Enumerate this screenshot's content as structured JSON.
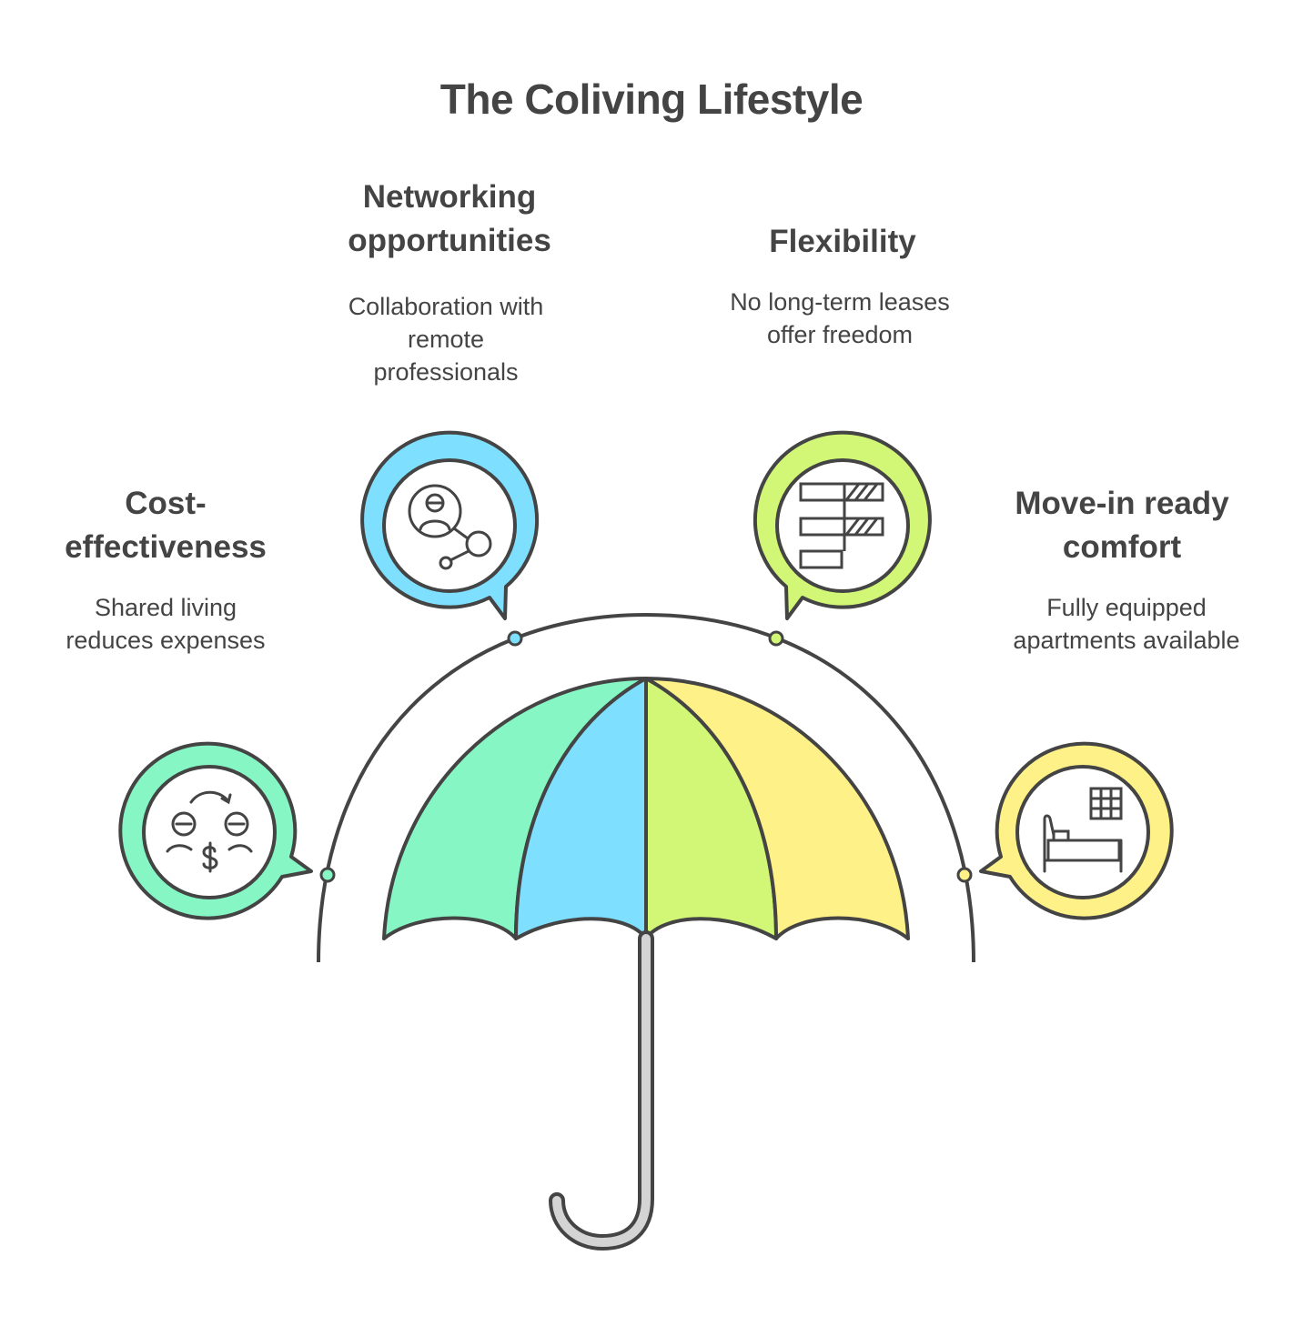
{
  "title": "The Coliving Lifestyle",
  "colors": {
    "cost": "#86f7c4",
    "networking": "#7fdffe",
    "flexibility": "#d2f777",
    "comfort": "#fef187",
    "outline": "#444444",
    "handle": "#d4d4d4"
  },
  "items": [
    {
      "id": "cost",
      "heading_lines": [
        "Cost-",
        "effectiveness"
      ],
      "desc_lines": [
        "Shared living",
        "reduces expenses"
      ],
      "icon": "money-exchange-icon"
    },
    {
      "id": "networking",
      "heading_lines": [
        "Networking",
        "opportunities"
      ],
      "desc_lines": [
        "Collaboration with",
        "remote",
        "professionals"
      ],
      "icon": "person-network-icon"
    },
    {
      "id": "flexibility",
      "heading_lines": [
        "Flexibility"
      ],
      "desc_lines": [
        "No long-term leases",
        "offer freedom"
      ],
      "icon": "progress-bars-icon"
    },
    {
      "id": "comfort",
      "heading_lines": [
        "Move-in ready",
        "comfort"
      ],
      "desc_lines": [
        "Fully equipped",
        "apartments available"
      ],
      "icon": "bed-window-icon"
    }
  ]
}
